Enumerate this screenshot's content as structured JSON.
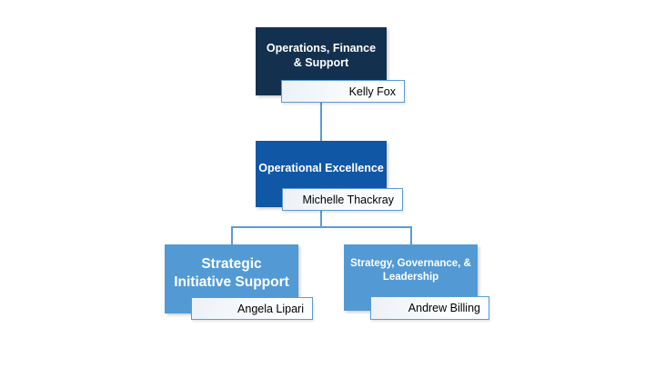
{
  "chart": {
    "type": "org-chart",
    "background": "#FFFFFF",
    "nodes": [
      {
        "id": "operations-finance-support",
        "title": "Operations, Finance & Support",
        "lines": [
          "Operations, Finance",
          "& Support"
        ],
        "person": "Kelly Fox",
        "fill": "#14304F",
        "parent": null
      },
      {
        "id": "operational-excellence",
        "title": "Operational Excellence",
        "lines": [
          "Operational Excellence"
        ],
        "person": "Michelle Thackray",
        "fill": "#1057A6",
        "parent": "operations-finance-support"
      },
      {
        "id": "strategic-initiative-support",
        "title": "Strategic Initiative Support",
        "lines": [
          "Strategic",
          "Initiative Support"
        ],
        "person": "Angela Lipari",
        "fill": "#539AD5",
        "parent": "operational-excellence"
      },
      {
        "id": "strategy-governance-leadership",
        "title": "Strategy, Governance, & Leadership",
        "lines": [
          "Strategy, Governance, &",
          "Leadership"
        ],
        "person": "Andrew Billing",
        "fill": "#539AD5",
        "parent": "operational-excellence"
      }
    ],
    "colors": {
      "connector": "#5B9BD5",
      "tag_border": "#5B9BD5",
      "tag_text": "#000000",
      "node_text": "#FFFFFF"
    }
  }
}
